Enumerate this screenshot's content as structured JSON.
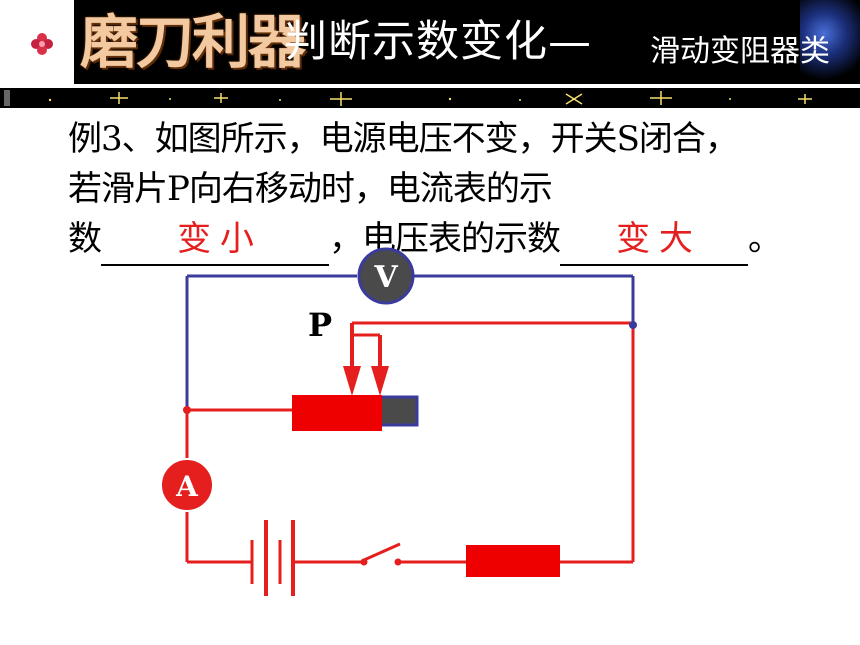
{
  "header": {
    "title_main": "磨刀利器",
    "title_sub": "判断示数变化—",
    "title_small": "滑动变阻器类"
  },
  "question": {
    "line1": "例3、如图所示，电源电压不变，开关S闭合，",
    "line2": "若滑片P向右移动时，电流表的示",
    "line3_prefix": "数",
    "answer1": "变 小",
    "line3_middle": "，电压表的示数",
    "answer2": "变 大",
    "line3_suffix": "。"
  },
  "circuit": {
    "voltmeter_label": "V",
    "ammeter_label": "A",
    "slider_label": "P"
  },
  "colors": {
    "wire_blue": "#3b3b9e",
    "wire_red": "#e51e1e",
    "resistor_red": "#ee0000",
    "meter_gray": "#4a4a4a",
    "answer_red": "#e51e1e"
  }
}
